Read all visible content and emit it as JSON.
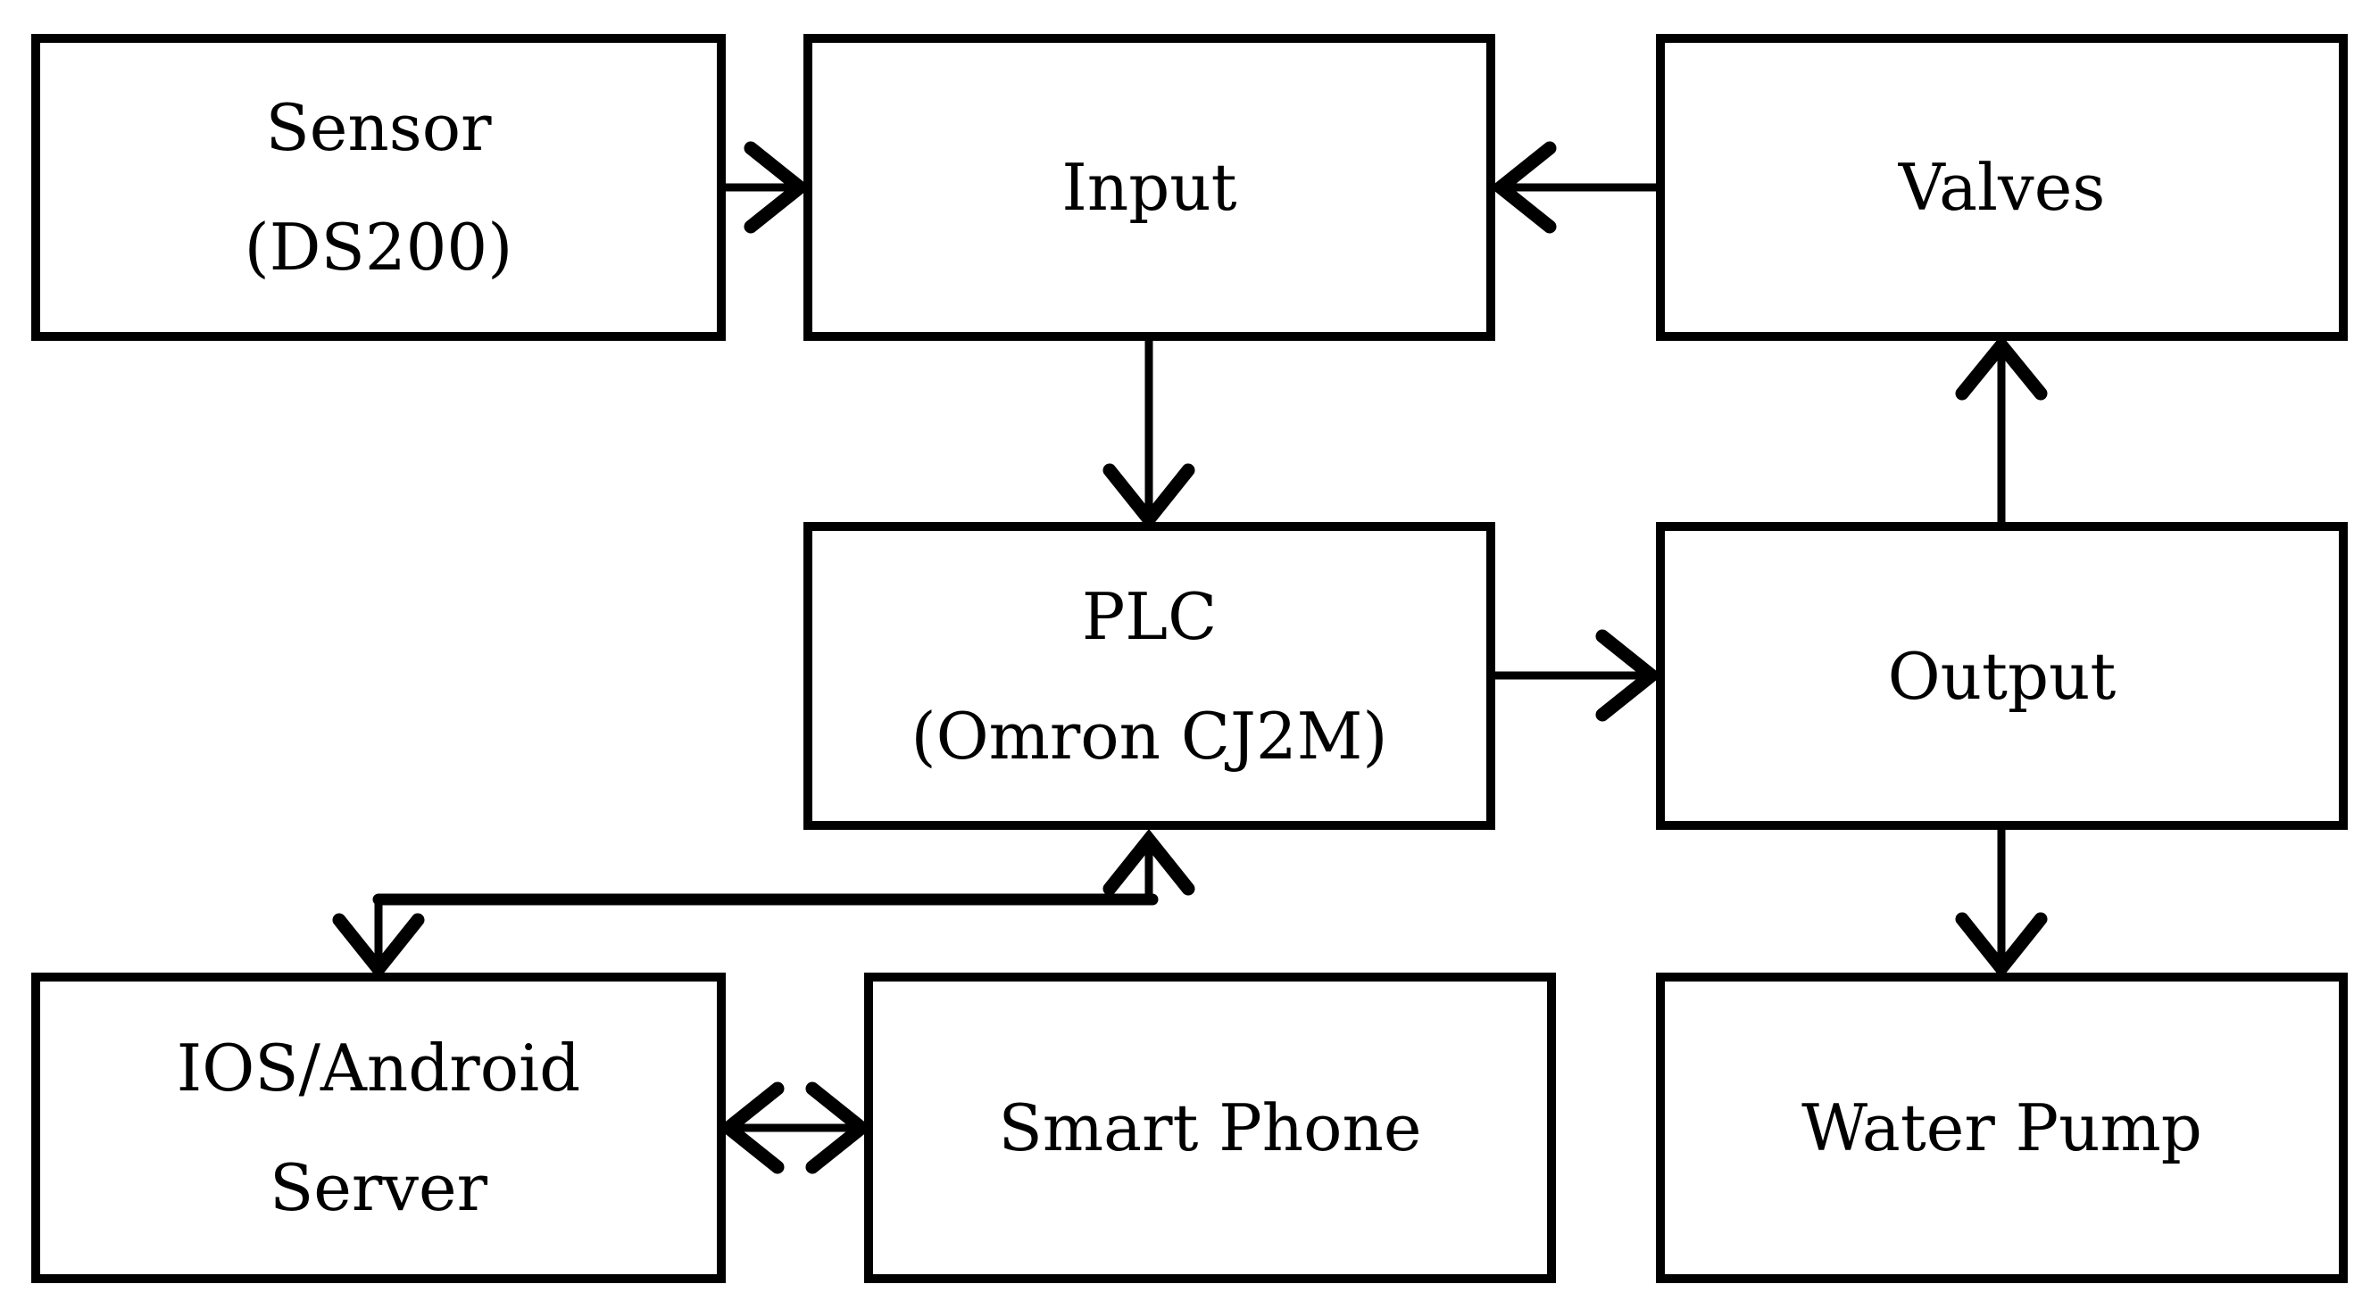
{
  "diagram": {
    "colors": {
      "background": "#ffffff",
      "line": "#000000",
      "text": "#000000"
    },
    "boxes": {
      "sensor": {
        "lines": [
          "Sensor",
          "(DS200)"
        ]
      },
      "input": {
        "lines": [
          "Input"
        ]
      },
      "valves": {
        "lines": [
          "Valves"
        ]
      },
      "plc": {
        "lines": [
          "PLC",
          "(Omron CJ2M)"
        ]
      },
      "output": {
        "lines": [
          "Output"
        ]
      },
      "server": {
        "lines": [
          "IOS/Android",
          "Server"
        ]
      },
      "smartphone": {
        "lines": [
          "Smart Phone"
        ]
      },
      "waterpump": {
        "lines": [
          "Water Pump"
        ]
      }
    },
    "connections": [
      {
        "from": "sensor",
        "to": "input",
        "arrows": "single",
        "route": "straight"
      },
      {
        "from": "valves",
        "to": "input",
        "arrows": "single",
        "route": "straight"
      },
      {
        "from": "input",
        "to": "plc",
        "arrows": "single",
        "route": "straight"
      },
      {
        "from": "plc",
        "to": "output",
        "arrows": "single",
        "route": "straight"
      },
      {
        "from": "output",
        "to": "valves",
        "arrows": "single",
        "route": "straight"
      },
      {
        "from": "output",
        "to": "waterpump",
        "arrows": "single",
        "route": "straight"
      },
      {
        "from": "plc",
        "to": "server",
        "arrows": "double",
        "route": "elbow"
      },
      {
        "from": "server",
        "to": "smartphone",
        "arrows": "double",
        "route": "straight"
      }
    ]
  }
}
